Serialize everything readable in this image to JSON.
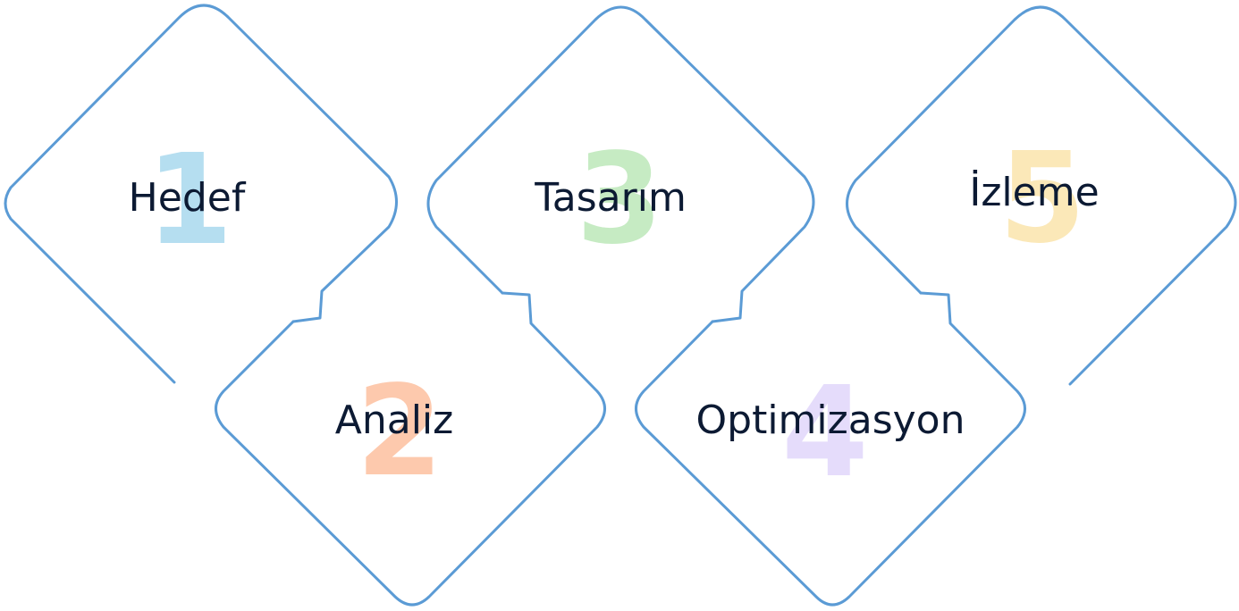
{
  "steps": [
    {
      "number": "1",
      "label": "Hedef",
      "number_color": "#b5def0"
    },
    {
      "number": "2",
      "label": "Analiz",
      "number_color": "#fdc9ad"
    },
    {
      "number": "3",
      "label": "Tasarım",
      "number_color": "#c6ebc3"
    },
    {
      "number": "4",
      "label": "Optimizasyon",
      "number_color": "#e5dcfb"
    },
    {
      "number": "5",
      "label": "İzleme",
      "number_color": "#fbe8b8"
    }
  ],
  "colors": {
    "outline": "#5b9bd5",
    "label_text": "#0c1a33",
    "background": "#ffffff"
  }
}
